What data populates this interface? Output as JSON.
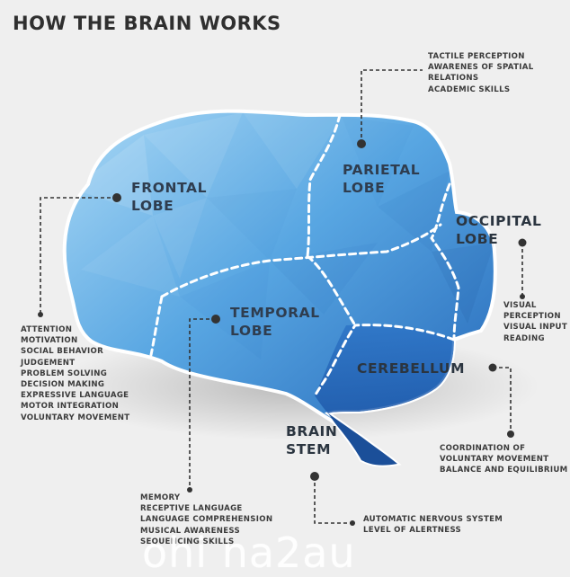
{
  "title": "HOW THE BRAIN WORKS",
  "lobes": {
    "frontal": [
      "FRONTAL",
      "LOBE"
    ],
    "parietal": [
      "PARIETAL",
      "LOBE"
    ],
    "occipital": [
      "OCCIPITAL",
      "LOBE"
    ],
    "temporal": [
      "TEMPORAL",
      "LOBE"
    ],
    "cerebellum": [
      "CEREBELLUM"
    ],
    "brain_stem": [
      "BRAIN",
      "STEM"
    ]
  },
  "functions": {
    "frontal": [
      "ATTENTION",
      "MOTIVATION",
      "SOCIAL BEHAVIOR",
      "JUDGEMENT",
      "PROBLEM SOLVING",
      "DECISION MAKING",
      "EXPRESSIVE LANGUAGE",
      "MOTOR INTEGRATION",
      "VOLUNTARY MOVEMENT"
    ],
    "parietal": [
      "TACTILE PERCEPTION",
      "AWARENES OF SPATIAL",
      "RELATIONS",
      "ACADEMIC SKILLS"
    ],
    "occipital": [
      "VISUAL",
      "PERCEPTION",
      "VISUAL INPUT",
      "READING"
    ],
    "temporal": [
      "MEMORY",
      "RECEPTIVE LANGUAGE",
      "LANGUAGE COMPREHENSION",
      "MUSICAL AWARENESS",
      "SEQUENCING SKILLS"
    ],
    "cerebellum": [
      "COORDINATION OF",
      "VOLUNTARY MOVEMENT",
      "BALANCE AND EQUILIBRIUM"
    ],
    "brain_stem": [
      "AUTOMATIC NERVOUS SYSTEM",
      "LEVEL OF ALERTNESS"
    ]
  },
  "watermark": "ohi na2au",
  "colors": {
    "background": "#efefef",
    "brain_light": "#9fd2f2",
    "brain_mid": "#4a97da",
    "brain_dark": "#2566b8",
    "outline": "#ffffff",
    "text": "#2f3d4f"
  }
}
